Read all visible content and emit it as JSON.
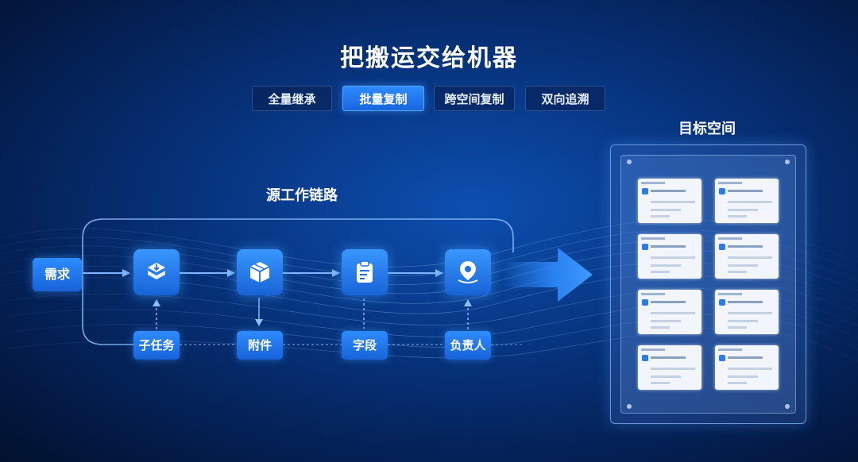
{
  "title": "把搬运交给机器",
  "tabs": [
    {
      "label": "全量继承",
      "active": false
    },
    {
      "label": "批量复制",
      "active": true
    },
    {
      "label": "跨空间复制",
      "active": false
    },
    {
      "label": "双向追溯",
      "active": false
    }
  ],
  "chain_label": "源工作链路",
  "target_label": "目标空间",
  "start_node": "需求",
  "chain_icons": [
    "layers-download-icon",
    "package-box-icon",
    "clipboard-icon",
    "location-pin-icon"
  ],
  "sub_items": [
    "子任务",
    "附件",
    "字段",
    "负责人"
  ],
  "colors": {
    "accent": "#1e6fe8",
    "background": "#062a6a",
    "card": "#f2f6fc"
  }
}
